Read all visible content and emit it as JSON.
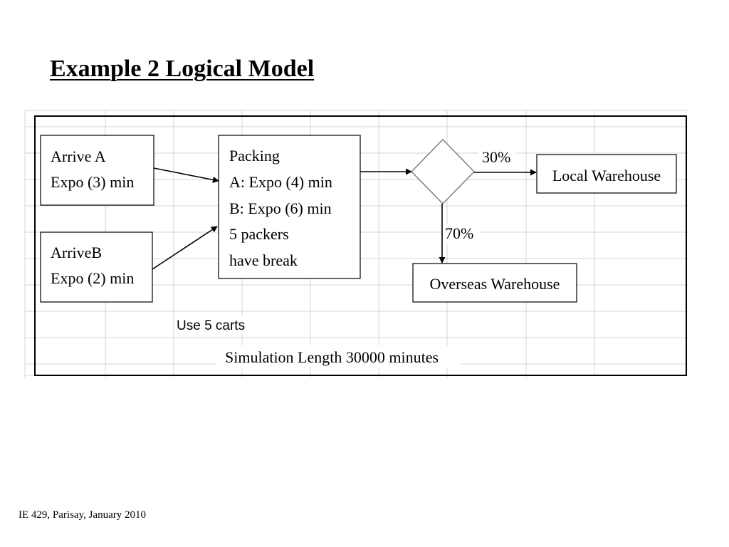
{
  "slide": {
    "title": "Example 2 Logical Model",
    "footer": "IE 429, Parisay, January 2010"
  },
  "diagram": {
    "nodes": [
      {
        "id": "arrive-a",
        "lines": [
          "Arrive A",
          "Expo (3) min"
        ]
      },
      {
        "id": "arrive-b",
        "lines": [
          "ArriveB",
          "Expo (2) min"
        ]
      },
      {
        "id": "packing",
        "lines": [
          "Packing",
          "A: Expo (4) min",
          "B: Expo (6) min",
          "5 packers",
          "have break"
        ]
      },
      {
        "id": "decision",
        "shape": "diamond"
      },
      {
        "id": "local-warehouse",
        "lines": [
          "Local Warehouse"
        ]
      },
      {
        "id": "overseas-warehouse",
        "lines": [
          "Overseas Warehouse"
        ]
      }
    ],
    "edges": [
      {
        "from": "arrive-a",
        "to": "packing",
        "label": ""
      },
      {
        "from": "arrive-b",
        "to": "packing",
        "label": ""
      },
      {
        "from": "packing",
        "to": "decision",
        "label": ""
      },
      {
        "from": "decision",
        "to": "local-warehouse",
        "label": "30%"
      },
      {
        "from": "decision",
        "to": "overseas-warehouse",
        "label": "70%"
      }
    ],
    "notes": {
      "carts": "Use 5 carts",
      "simulation": "Simulation Length 30000 minutes"
    },
    "colors": {
      "grid": "#d4d4d4",
      "frame": "#000000",
      "diamond": "#7f7f7f"
    }
  }
}
